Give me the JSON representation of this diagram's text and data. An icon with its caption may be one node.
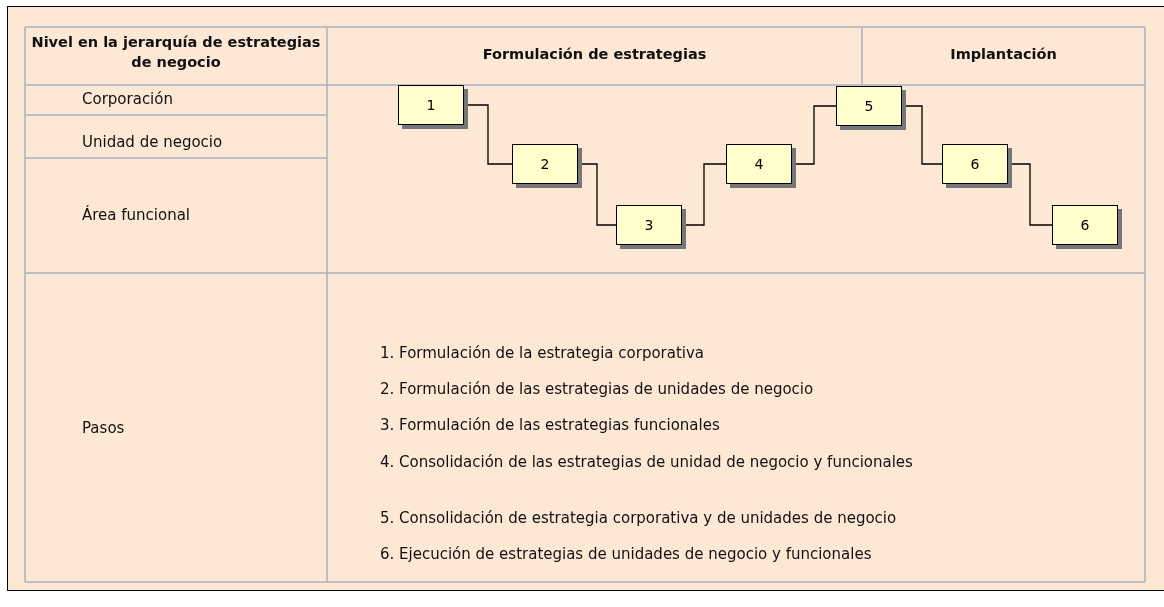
{
  "diagram": {
    "nodes": [
      {
        "text": [
          "1"
        ]
      },
      {
        "text": [
          "2"
        ]
      },
      {
        "text": [
          "3"
        ]
      },
      {
        "text": [
          "4"
        ]
      },
      {
        "text": [
          "5"
        ]
      },
      {
        "text": [
          "6"
        ]
      },
      {
        "text": [
          "6"
        ]
      }
    ],
    "edges": [
      {
        "from": 0,
        "to": 1,
        "arrow": "none"
      },
      {
        "from": 1,
        "to": 2,
        "arrow": "none"
      },
      {
        "from": 2,
        "to": 3,
        "arrow": "none"
      },
      {
        "from": 3,
        "to": 4,
        "arrow": "none"
      },
      {
        "from": 4,
        "to": 5,
        "arrow": "none"
      },
      {
        "from": 5,
        "to": 6,
        "arrow": "none"
      }
    ],
    "labels": [
      "Nivel en la jerarquía de estrategias de negocio",
      "Formulación de estrategias",
      "Implantación",
      "Corporación",
      "Unidad de negocio",
      "Área funcional",
      "Pasos",
      "1. Formulación de la estrategia corporativa",
      "2. Formulación de las estrategias de unidades de negocio",
      "3. Formulación de las estrategias funcionales",
      "4. Consolidación de las estrategias de unidad de negocio y funcionales",
      "5. Consolidación de estrategia corporativa y de unidades de negocio",
      "6. Ejecución de estrategias de unidades de negocio y funcionales"
    ]
  }
}
